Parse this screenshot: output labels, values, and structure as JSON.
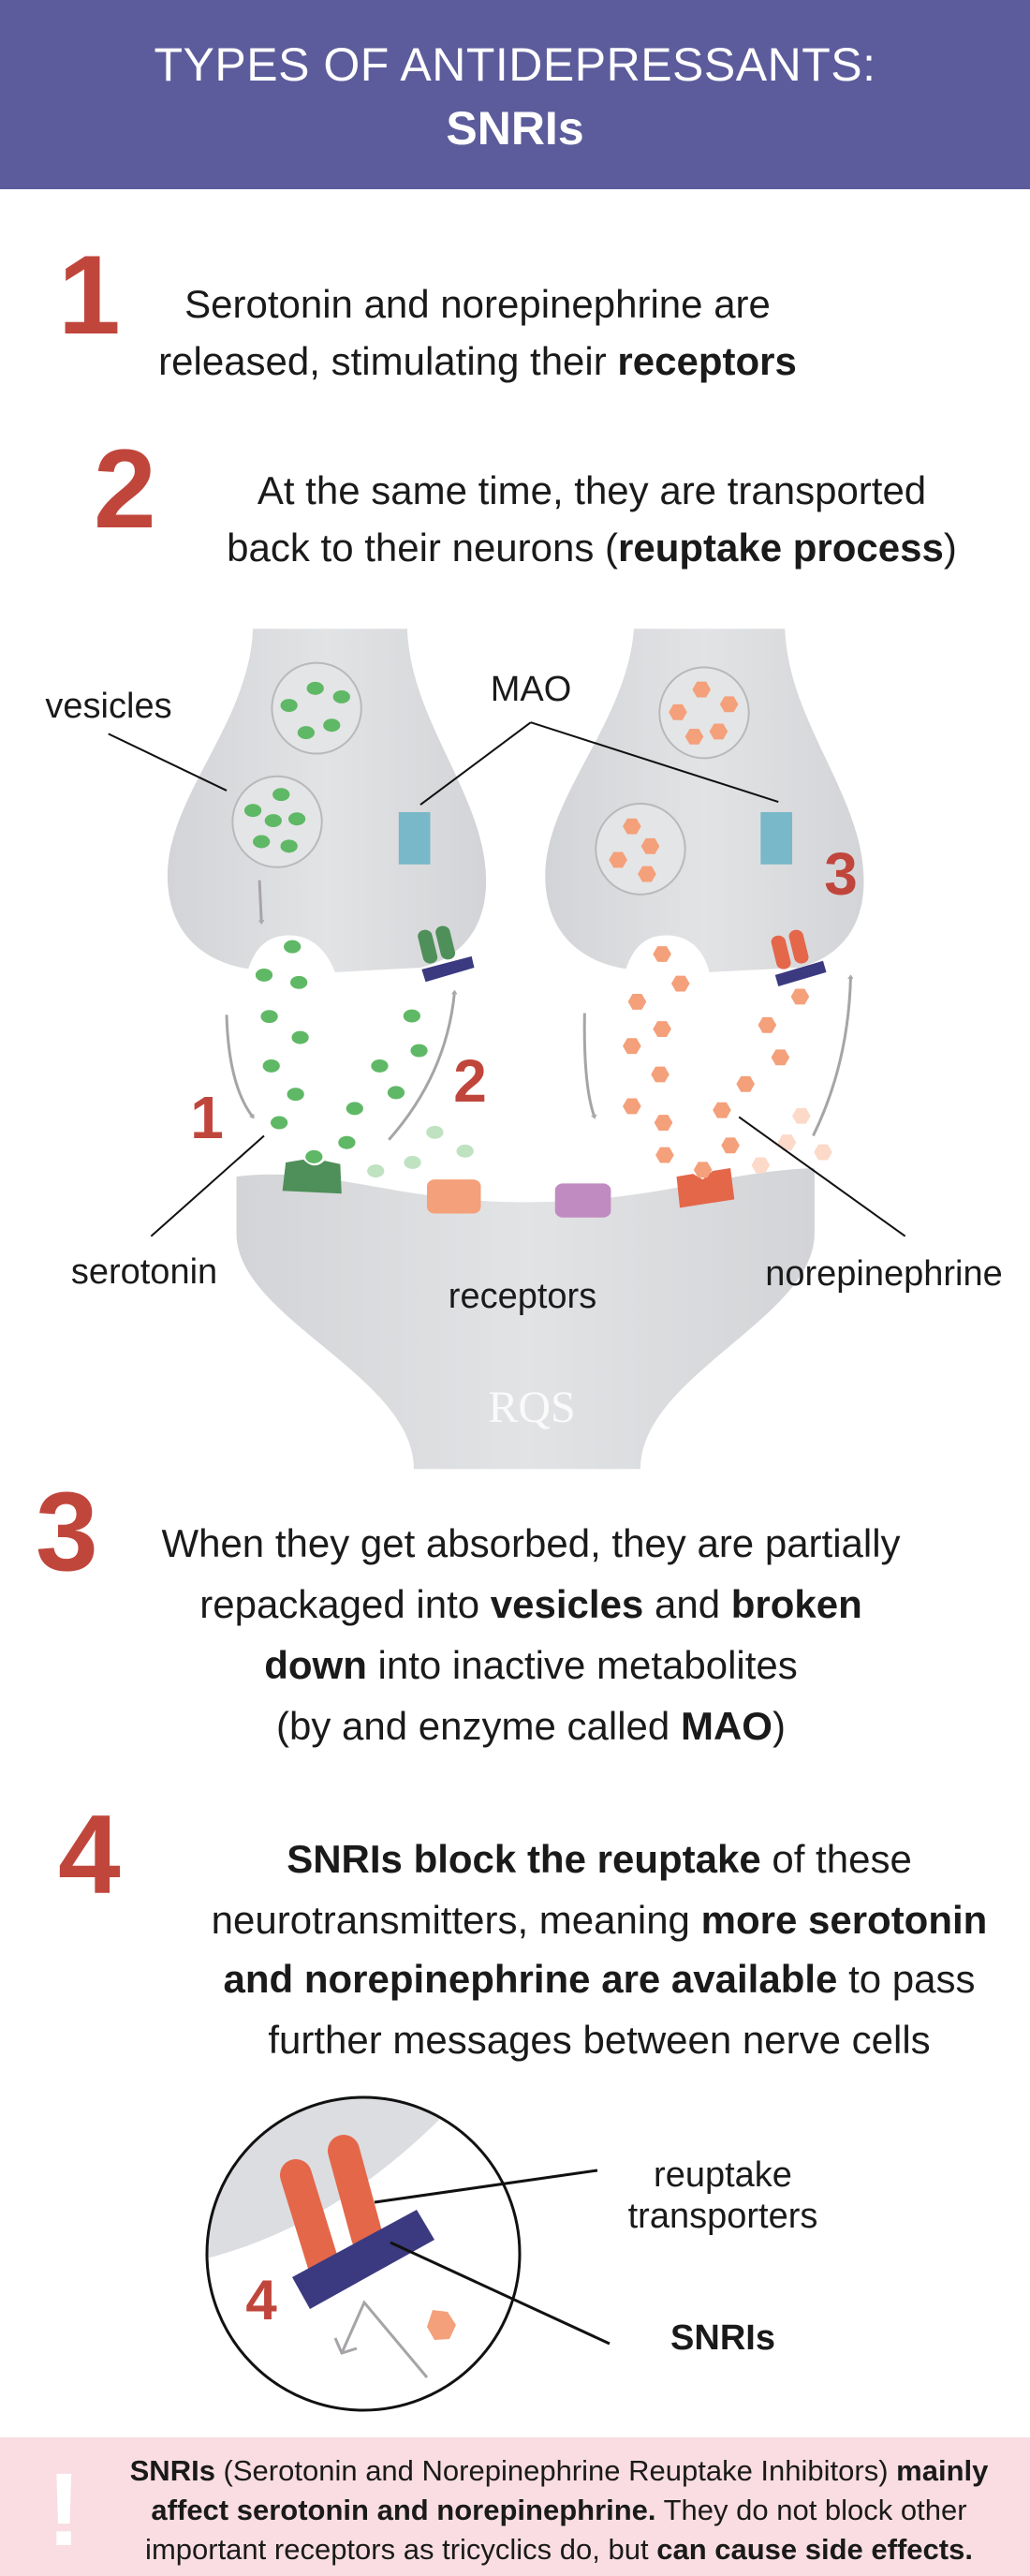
{
  "header": {
    "title_line1": "TYPES OF ANTIDEPRESSANTS:",
    "title_line2": "SNRIs"
  },
  "steps": [
    {
      "number": "1",
      "lines": [
        [
          {
            "t": "Serotonin and norepinephrine are",
            "b": false
          }
        ],
        [
          {
            "t": "released, stimulating their ",
            "b": false
          },
          {
            "t": "receptors",
            "b": true
          }
        ]
      ]
    },
    {
      "number": "2",
      "lines": [
        [
          {
            "t": "At the same time, they are transported",
            "b": false
          }
        ],
        [
          {
            "t": "back to their neurons (",
            "b": false
          },
          {
            "t": "reuptake process",
            "b": true
          },
          {
            "t": ")",
            "b": false
          }
        ]
      ]
    },
    {
      "number": "3",
      "lines": [
        [
          {
            "t": "When they get absorbed, they are partially",
            "b": false
          }
        ],
        [
          {
            "t": "repackaged into ",
            "b": false
          },
          {
            "t": "vesicles",
            "b": true
          },
          {
            "t": " and ",
            "b": false
          },
          {
            "t": "broken",
            "b": true
          }
        ],
        [
          {
            "t": "down",
            "b": true
          },
          {
            "t": " into inactive metabolites",
            "b": false
          }
        ],
        [
          {
            "t": "(by and enzyme called ",
            "b": false
          },
          {
            "t": "MAO",
            "b": true
          },
          {
            "t": ")",
            "b": false
          }
        ]
      ]
    },
    {
      "number": "4",
      "lines": [
        [
          {
            "t": "SNRIs block the reuptake",
            "b": true
          },
          {
            "t": " of these",
            "b": false
          }
        ],
        [
          {
            "t": "neurotransmitters, meaning ",
            "b": false
          },
          {
            "t": "more serotonin",
            "b": true
          }
        ],
        [
          {
            "t": "and norepinephrine are available",
            "b": true
          },
          {
            "t": " to pass",
            "b": false
          }
        ],
        [
          {
            "t": "further messages between nerve cells",
            "b": false
          }
        ]
      ]
    }
  ],
  "diagram": {
    "labels": {
      "vesicles": "vesicles",
      "mao": "MAO",
      "serotonin": "serotonin",
      "receptors": "receptors",
      "norepinephrine": "norepinephrine"
    },
    "markers": {
      "m1": "1",
      "m2": "2",
      "m3": "3"
    },
    "logo": "RQS"
  },
  "inset": {
    "marker": "4",
    "transporters_line1": "reuptake",
    "transporters_line2": "transporters",
    "snris": "SNRIs"
  },
  "note": {
    "icon": "exclamation-icon",
    "icon_glyph": "!",
    "lines": [
      [
        {
          "t": "SNRIs",
          "b": true
        },
        {
          "t": " (Serotonin and Norepinephrine Reuptake Inhibitors) ",
          "b": false
        },
        {
          "t": "mainly",
          "b": true
        }
      ],
      [
        {
          "t": "affect serotonin and norepinephrine.",
          "b": true
        },
        {
          "t": " They do not block other",
          "b": false
        }
      ],
      [
        {
          "t": "important receptors as tricyclics do, but ",
          "b": false
        },
        {
          "t": "can cause side effects.",
          "b": true
        }
      ]
    ]
  },
  "colors": {
    "header": "#5c5c9c",
    "number": "#c0463c",
    "serotonin": "#5fb865",
    "norepinephrine": "#f4a07a",
    "transporter_bar": "#3b3a80",
    "mao": "#78b8c8",
    "banner": "#f9dde2"
  }
}
